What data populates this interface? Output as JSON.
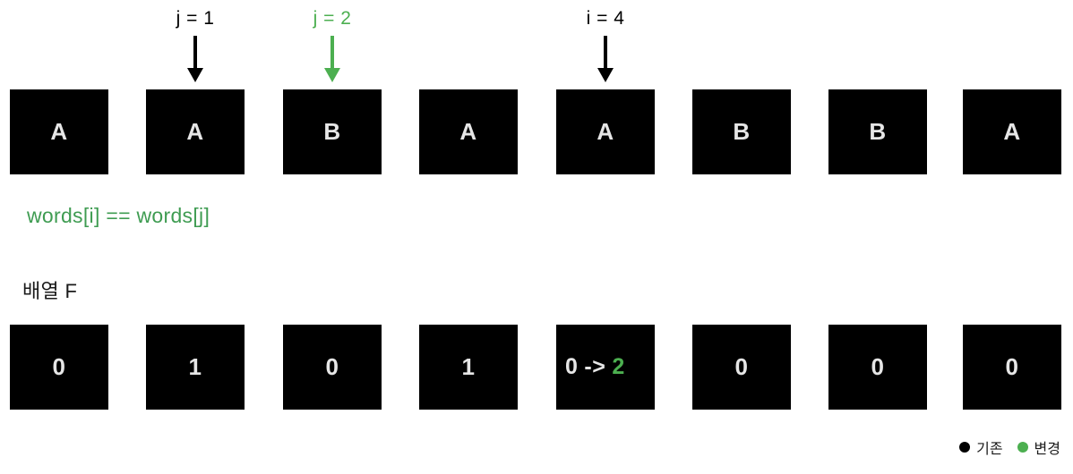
{
  "colors": {
    "background": "#ffffff",
    "cell_fill": "#000000",
    "cell_text": "#e6e6e6",
    "accent_green": "#4caf50",
    "condition_green": "#3f9c52",
    "black": "#000000"
  },
  "pointers": [
    {
      "label": "j = 1",
      "color": "black",
      "cell_index": 1,
      "arrow": "down-arrow-icon"
    },
    {
      "label": "j = 2",
      "color": "green",
      "cell_index": 2,
      "arrow": "down-arrow-icon"
    },
    {
      "label": "i = 4",
      "color": "black",
      "cell_index": 4,
      "arrow": "down-arrow-icon"
    }
  ],
  "words_row": {
    "cells": [
      "A",
      "A",
      "B",
      "A",
      "A",
      "B",
      "B",
      "A"
    ]
  },
  "condition": {
    "text": "words[i] == words[j]"
  },
  "array_label": {
    "text": "배열 F"
  },
  "f_row": {
    "cells": [
      {
        "value": "0",
        "changed": false
      },
      {
        "value": "1",
        "changed": false
      },
      {
        "value": "0",
        "changed": false
      },
      {
        "value": "1",
        "changed": false
      },
      {
        "value": "0",
        "changed": true,
        "old_value": "0",
        "arrow": "->",
        "new_value": "2"
      },
      {
        "value": "0",
        "changed": false
      },
      {
        "value": "0",
        "changed": false
      },
      {
        "value": "0",
        "changed": false
      }
    ]
  },
  "legend": {
    "items": [
      {
        "label": "기존",
        "color": "#000000",
        "dot": "legend-dot-existing"
      },
      {
        "label": "변경",
        "color": "#4caf50",
        "dot": "legend-dot-changed"
      }
    ]
  }
}
